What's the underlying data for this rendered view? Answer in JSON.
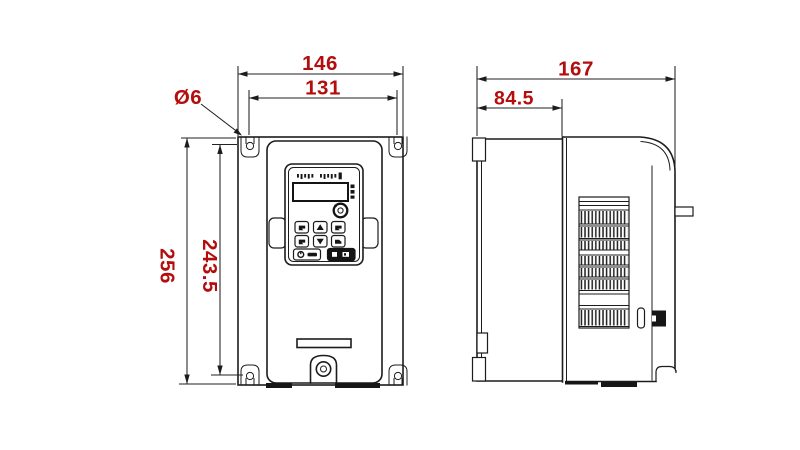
{
  "drawing": {
    "type": "technical-dimension-drawing",
    "subject": "frequency inverter enclosure, front and side views",
    "views": {
      "front": {
        "dim_width_outer_mm": "146",
        "dim_width_holes_mm": "131",
        "dim_hole_diameter": "Ø6",
        "dim_height_outer_mm": "256",
        "dim_height_holes_mm": "243.5"
      },
      "side": {
        "dim_depth_total_mm": "167",
        "dim_depth_front_mm": "84.5"
      }
    },
    "colors": {
      "dimension_text": "#b30d0d",
      "line": "#1c1c1c",
      "background": "#ffffff"
    }
  }
}
